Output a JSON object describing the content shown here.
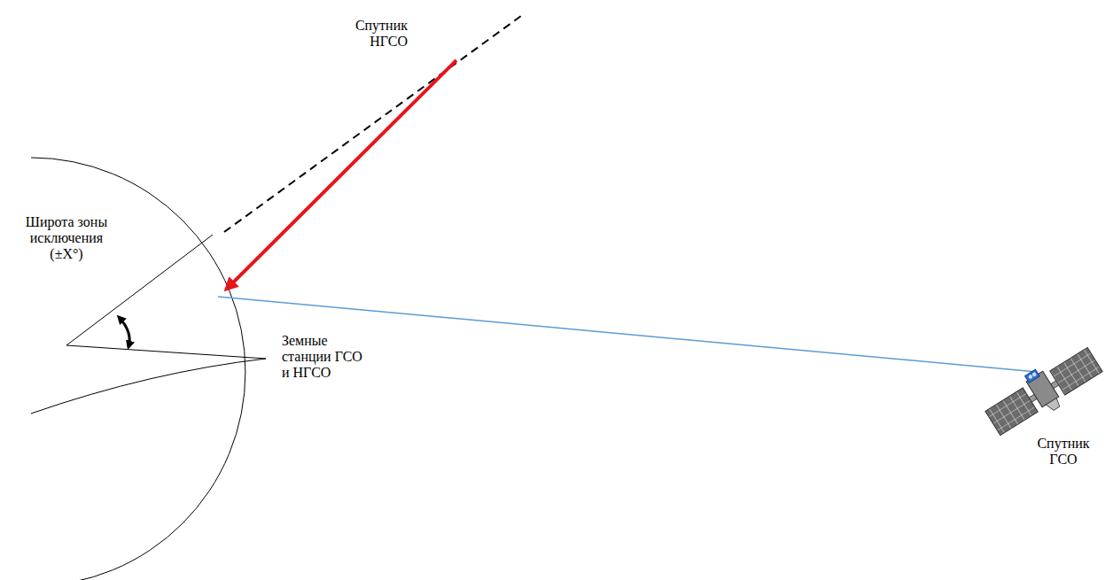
{
  "diagram": {
    "labels": [
      "Спутник НГСО",
      "Широта зоны исключения (±X°)",
      "Земные станции ГСО и НГСО",
      "Спутник ГСО"
    ]
  }
}
